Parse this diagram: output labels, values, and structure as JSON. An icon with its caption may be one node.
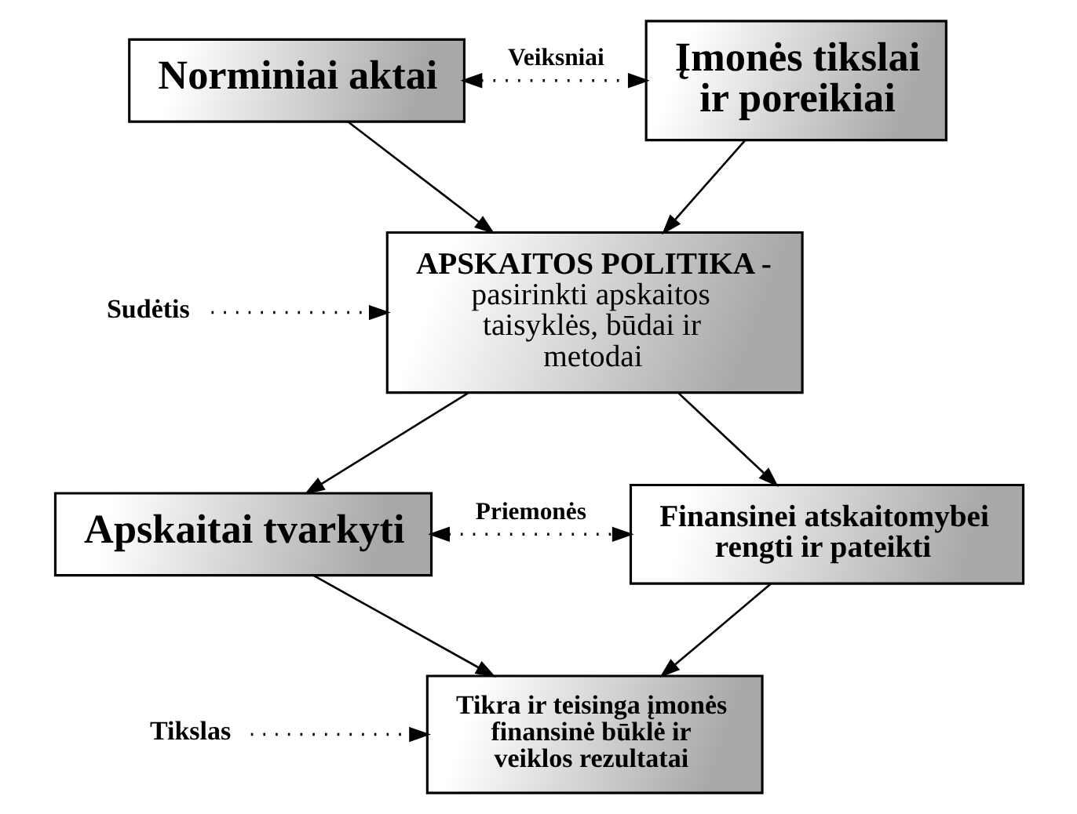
{
  "diagram": {
    "nodes": [
      {
        "text": [
          "Norminiai aktai"
        ]
      },
      {
        "text": [
          "Įmonės tikslai ir poreikiai"
        ]
      },
      {
        "text": [
          "APSKAITOS POLITIKA -",
          "pasirinkti apskaitos taisyklės, būdai ir metodai"
        ]
      },
      {
        "text": [
          "Apskaitai tvarkyti"
        ]
      },
      {
        "text": [
          "Finansinei atskaitomybei rengti ir pateikti"
        ]
      },
      {
        "text": [
          "Tikra ir teisinga įmonės finansinė būklė ir veiklos rezultatai"
        ]
      },
      {
        "text": [
          "Sudėtis"
        ]
      },
      {
        "text": [
          "Tikslas"
        ]
      }
    ],
    "edges": [
      {
        "from": 0,
        "to": 1,
        "arrow": "both",
        "style": "dashed",
        "label": "Veiksniai"
      },
      {
        "from": 0,
        "to": 2,
        "arrow": "to"
      },
      {
        "from": 1,
        "to": 2,
        "arrow": "to"
      },
      {
        "from": 6,
        "to": 2,
        "arrow": "to",
        "style": "dashed"
      },
      {
        "from": 2,
        "to": 3,
        "arrow": "to"
      },
      {
        "from": 2,
        "to": 4,
        "arrow": "to"
      },
      {
        "from": 3,
        "to": 4,
        "arrow": "both",
        "style": "dashed",
        "label": "Priemonės"
      },
      {
        "from": 3,
        "to": 5,
        "arrow": "to"
      },
      {
        "from": 4,
        "to": 5,
        "arrow": "to"
      },
      {
        "from": 7,
        "to": 5,
        "arrow": "to",
        "style": "dashed"
      }
    ]
  }
}
